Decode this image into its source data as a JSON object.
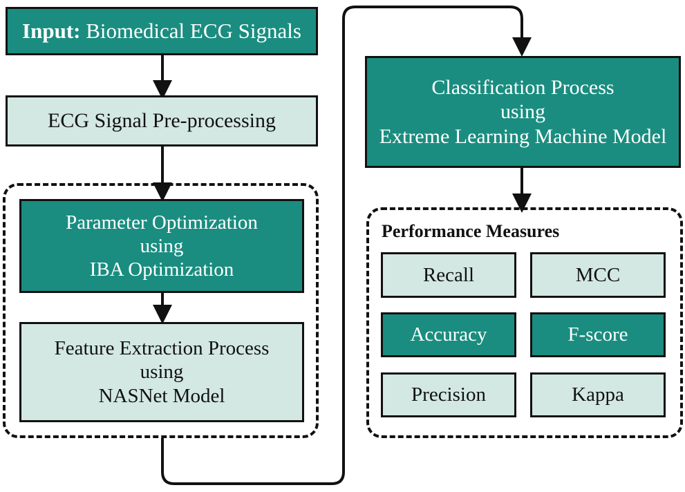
{
  "diagram": {
    "title": "ECG classification pipeline flowchart",
    "colors": {
      "accent_solid": "#1a8d80",
      "accent_light": "#d3e8e2",
      "stroke": "#111111",
      "solid_text": "#ffffff",
      "light_text": "#111111",
      "background": "#ffffff"
    }
  },
  "left_column": {
    "input_box": {
      "label_bold": "Input:",
      "label_rest": " Biomedical ECG Signals",
      "style": "solid"
    },
    "preprocess_box": {
      "line1": "ECG Signal Pre-processing",
      "style": "light"
    },
    "dashed_group": {
      "optimization_box": {
        "line1": "Parameter Optimization",
        "line2": "using",
        "line3": "IBA Optimization",
        "style": "solid"
      },
      "feature_box": {
        "line1": "Feature Extraction Process",
        "line2": "using",
        "line3": "NASNet Model",
        "style": "light"
      }
    }
  },
  "right_column": {
    "classification_box": {
      "line1": "Classification Process",
      "line2": "using",
      "line3": "Extreme Learning Machine Model",
      "style": "solid"
    },
    "performance_group": {
      "heading": "Performance Measures",
      "metrics": [
        {
          "label": "Recall",
          "style": "light"
        },
        {
          "label": "MCC",
          "style": "light"
        },
        {
          "label": "Accuracy",
          "style": "solid"
        },
        {
          "label": "F-score",
          "style": "solid"
        },
        {
          "label": "Precision",
          "style": "light"
        },
        {
          "label": "Kappa",
          "style": "light"
        }
      ]
    }
  },
  "connectors": [
    {
      "name": "input-to-preprocess",
      "kind": "arrow-down"
    },
    {
      "name": "preprocess-to-optimization",
      "kind": "arrow-down"
    },
    {
      "name": "optimization-to-feature",
      "kind": "arrow-down"
    },
    {
      "name": "feature-to-classification",
      "kind": "routed-arrow"
    },
    {
      "name": "classification-to-performance",
      "kind": "arrow-down"
    }
  ]
}
